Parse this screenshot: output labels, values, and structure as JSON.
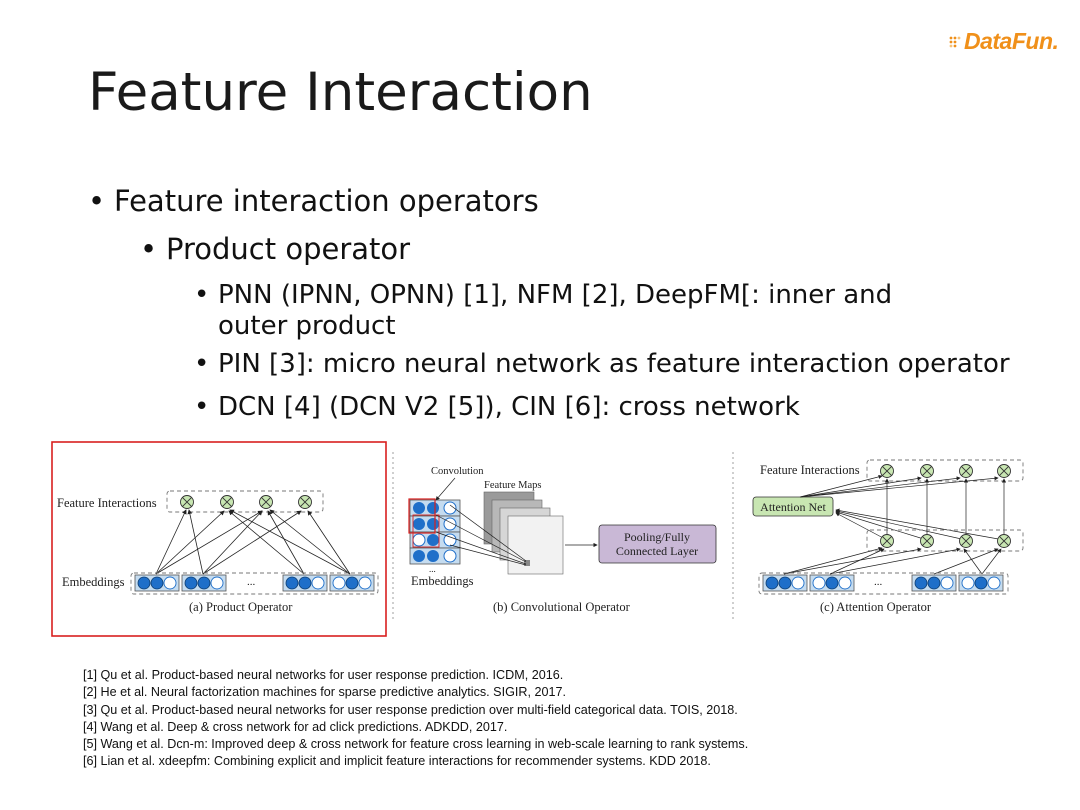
{
  "logo": {
    "text": "DataFun.",
    "color": "#f0901a"
  },
  "title": "Feature Interaction",
  "bullets": [
    {
      "text": "Feature interaction operators"
    },
    {
      "text": "Product operator"
    },
    {
      "text": "PNN (IPNN, OPNN) [1], NFM [2], DeepFM[: inner and outer product"
    },
    {
      "text": "PIN [3]: micro neural network as feature interaction operator"
    },
    {
      "text": "DCN [4] (DCN V2 [5]), CIN [6]: cross network"
    }
  ],
  "figure": {
    "panel_a": {
      "feature_interactions": "Feature Interactions",
      "embeddings": "Embeddings",
      "caption": "(a) Product Operator",
      "ellipsis": "...",
      "highlight_color": "#d9201f"
    },
    "panel_b": {
      "convolution": "Convolution",
      "feature_maps": "Feature Maps",
      "pooling_line1": "Pooling/Fully",
      "pooling_line2": "Connected Layer",
      "embeddings": "Embeddings",
      "ellipsis": "...",
      "caption": "(b) Convolutional Operator",
      "pooling_color": "#c9b8d6"
    },
    "panel_c": {
      "feature_interactions": "Feature Interactions",
      "attention_net": "Attention Net",
      "ellipsis": "...",
      "caption": "(c) Attention Operator",
      "attention_color": "#c8e6b2"
    }
  },
  "references": [
    "[1] Qu et al. Product-based neural networks for user response prediction. ICDM, 2016.",
    "[2] He et al. Neural factorization machines for sparse predictive analytics. SIGIR, 2017.",
    "[3] Qu et al. Product-based neural networks for user response prediction over multi-field categorical data. TOIS, 2018.",
    "[4] Wang et al. Deep & cross network for ad click predictions. ADKDD, 2017.",
    "[5] Wang et al. Dcn-m: Improved deep & cross network for feature cross learning in web-scale learning to rank systems.",
    "[6] Lian et al. xdeepfm: Combining explicit and implicit feature interactions for recommender systems. KDD 2018."
  ]
}
